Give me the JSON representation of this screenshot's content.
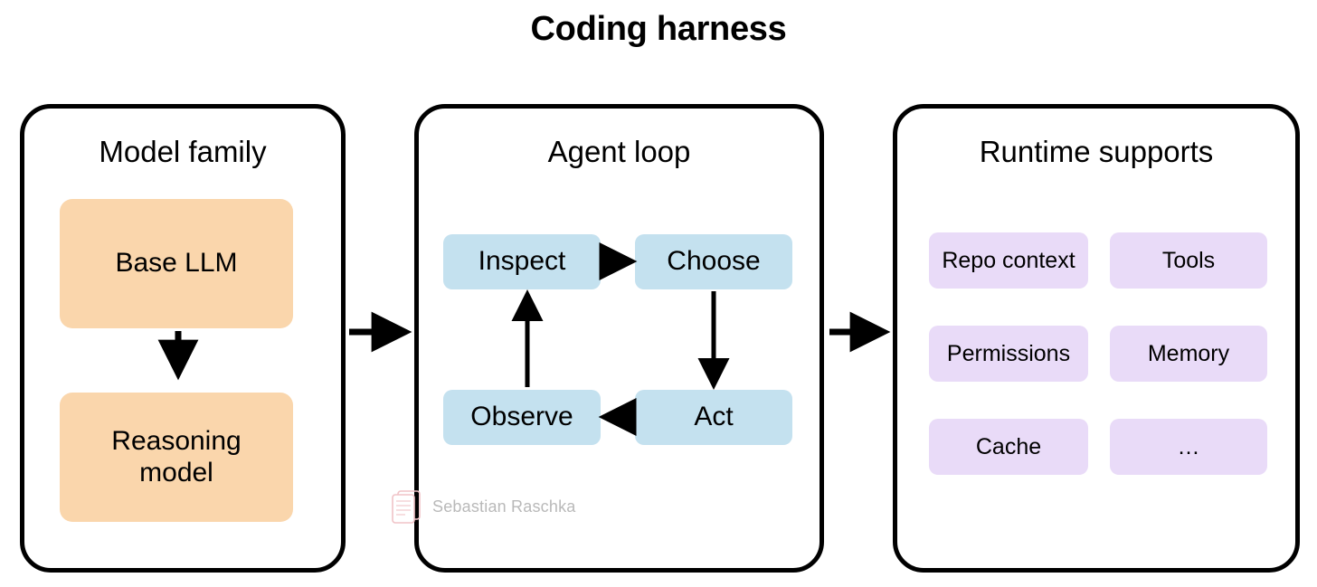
{
  "title": "Coding harness",
  "panels": [
    {
      "id": "model-family",
      "title": "Model family",
      "nodes": [
        {
          "label": "Base LLM",
          "color": "#FAD6AC"
        },
        {
          "label": "Reasoning\nmodel",
          "color": "#FAD6AC"
        }
      ]
    },
    {
      "id": "agent-loop",
      "title": "Agent loop",
      "nodes": [
        {
          "label": "Inspect",
          "color": "#C4E1EF"
        },
        {
          "label": "Choose",
          "color": "#C4E1EF"
        },
        {
          "label": "Observe",
          "color": "#C4E1EF"
        },
        {
          "label": "Act",
          "color": "#C4E1EF"
        }
      ]
    },
    {
      "id": "runtime-supports",
      "title": "Runtime supports",
      "nodes": [
        {
          "label": "Repo context",
          "color": "#E9DBF8"
        },
        {
          "label": "Tools",
          "color": "#E9DBF8"
        },
        {
          "label": "Permissions",
          "color": "#E9DBF8"
        },
        {
          "label": "Memory",
          "color": "#E9DBF8"
        },
        {
          "label": "Cache",
          "color": "#E9DBF8"
        },
        {
          "label": "…",
          "color": "#E9DBF8"
        }
      ]
    }
  ],
  "watermark": {
    "text": "Sebastian Raschka",
    "logo_icon": "book-stack-icon",
    "text_color": "#b9b9b9",
    "logo_color": "#f2c6c9"
  },
  "arrows": {
    "base_to_reasoning": "down",
    "model_family_to_agent_loop": "right",
    "agent_loop_to_runtime": "right",
    "inspect_to_choose": "right",
    "choose_to_act": "down",
    "act_to_observe": "left",
    "observe_to_inspect": "up"
  },
  "colors": {
    "background": "#ffffff",
    "stroke": "#000000",
    "peach": "#FAD6AC",
    "blue": "#C4E1EF",
    "lavender": "#E9DBF8"
  }
}
